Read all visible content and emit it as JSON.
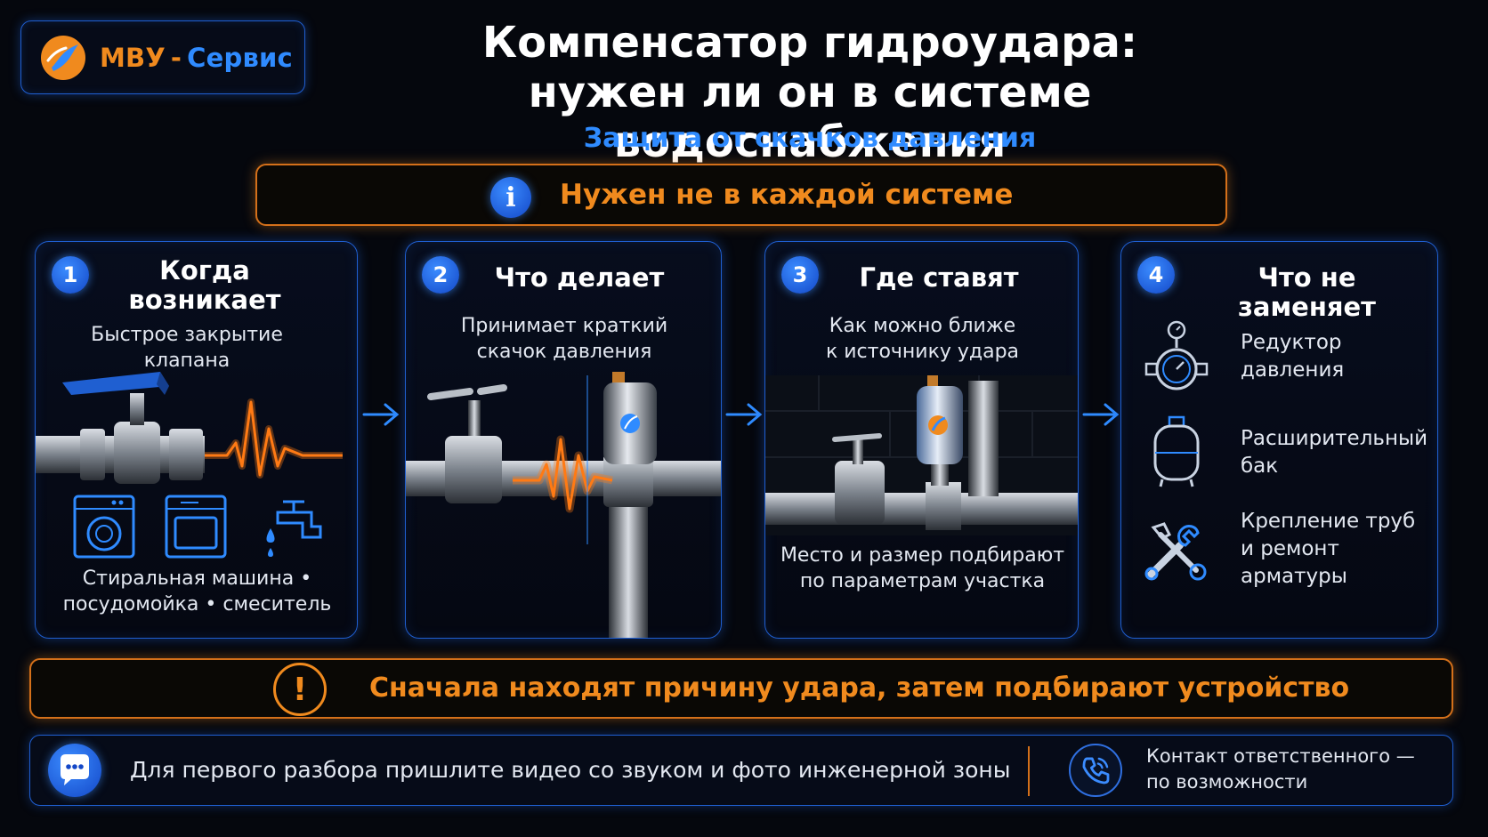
{
  "brand": {
    "name_primary": "МВУ",
    "separator": "-",
    "name_secondary": "Сервис",
    "colors": {
      "orange": "#f08a1e",
      "blue": "#2f8bff"
    }
  },
  "header": {
    "title_line1": "Компенсатор гидроудара:",
    "title_line2": "нужен ли он в системе водоснабжения",
    "subtitle": "Защита от скачков давления"
  },
  "info": {
    "icon": "info-icon",
    "text": "Нужен не в каждой системе"
  },
  "cards": [
    {
      "number": "1",
      "title_line1": "Когда",
      "title_line2": "возникает",
      "desc_line1": "Быстрое закрытие",
      "desc_line2": "клапана",
      "icons": [
        "washing-machine-icon",
        "dishwasher-icon",
        "faucet-icon"
      ],
      "foot_line1": "Стиральная машина •",
      "foot_line2": "посудомойка • смеситель"
    },
    {
      "number": "2",
      "title": "Что делает",
      "desc_line1": "Принимает краткий",
      "desc_line2": "скачок давления"
    },
    {
      "number": "3",
      "title": "Где ставят",
      "desc_line1": "Как можно ближе",
      "desc_line2": "к источнику удара",
      "foot_line1": "Место и размер подбирают",
      "foot_line2": "по параметрам участка"
    },
    {
      "number": "4",
      "title": "Что не заменяет",
      "items": [
        {
          "icon": "pressure-reducer-icon",
          "line1": "Редуктор",
          "line2": "давления"
        },
        {
          "icon": "expansion-tank-icon",
          "line1": "Расширительный",
          "line2": "бак"
        },
        {
          "icon": "tools-icon",
          "line1": "Крепление труб",
          "line2": "и ремонт арматуры"
        }
      ]
    }
  ],
  "warning": {
    "icon": "exclamation-icon",
    "text": "Сначала находят причину удара, затем подбирают устройство"
  },
  "footer": {
    "text": "Для первого разбора пришлите видео со звуком и фото инженерной зоны",
    "contact_line1": "Контакт ответственного —",
    "contact_line2": "по возможности"
  }
}
